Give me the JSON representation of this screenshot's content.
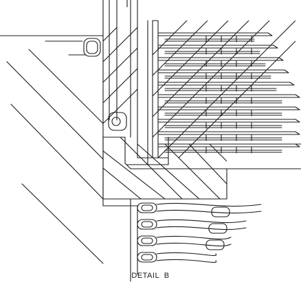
{
  "caption": "DETAIL  B",
  "line_color": "#1a1a1a",
  "disc_pack": {
    "plates": 10
  },
  "spring_coils": {
    "turns": 4
  }
}
